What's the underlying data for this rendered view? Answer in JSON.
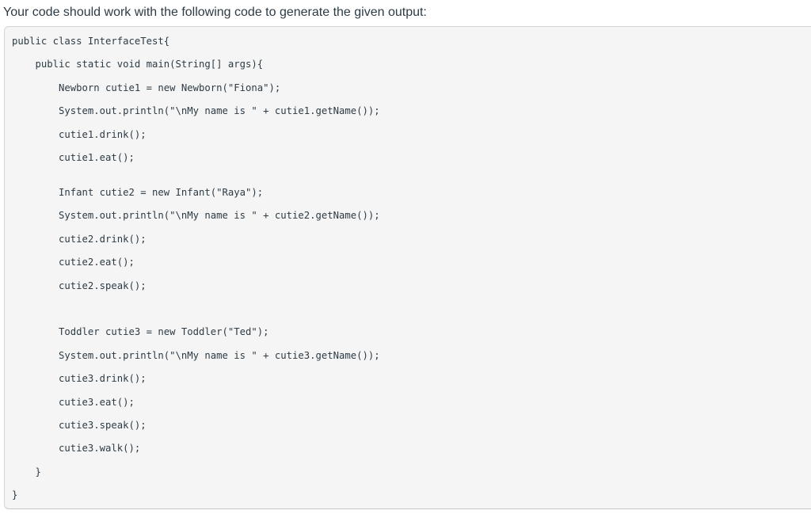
{
  "page": {
    "prompt_text": "Your code should work with the following code to generate the given output:"
  },
  "colors": {
    "page_background": "#ffffff",
    "text": "#2d3b45",
    "code_background": "#f5f5f5",
    "code_border": "#d3d7da"
  },
  "code_block": {
    "lines": [
      "public class InterfaceTest{",
      "    public static void main(String[] args){",
      "        Newborn cutie1 = new Newborn(\"Fiona\");",
      "        System.out.println(\"\\nMy name is \" + cutie1.getName());",
      "        cutie1.drink();",
      "        cutie1.eat();",
      "",
      "        Infant cutie2 = new Infant(\"Raya\");",
      "        System.out.println(\"\\nMy name is \" + cutie2.getName());",
      "        cutie2.drink();",
      "        cutie2.eat();",
      "        cutie2.speak();",
      "",
      "",
      "        Toddler cutie3 = new Toddler(\"Ted\");",
      "        System.out.println(\"\\nMy name is \" + cutie3.getName());",
      "        cutie3.drink();",
      "        cutie3.eat();",
      "        cutie3.speak();",
      "        cutie3.walk();",
      "    }",
      "}"
    ]
  }
}
